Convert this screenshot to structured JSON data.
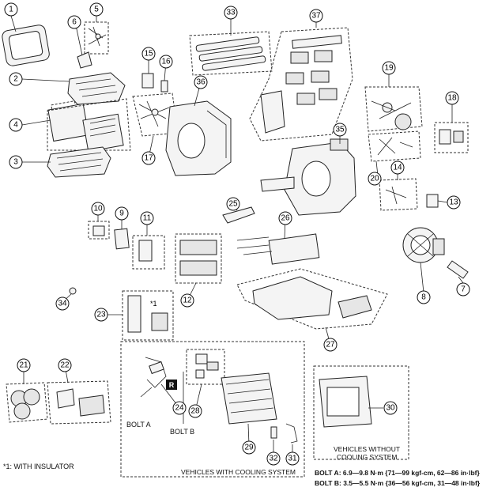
{
  "callouts": [
    "1",
    "2",
    "3",
    "4",
    "5",
    "6",
    "7",
    "8",
    "9",
    "10",
    "11",
    "12",
    "13",
    "14",
    "15",
    "16",
    "17",
    "18",
    "19",
    "20",
    "21",
    "22",
    "23",
    "24",
    "25",
    "26",
    "27",
    "28",
    "29",
    "30",
    "31",
    "32",
    "33",
    "34",
    "35",
    "36",
    "37"
  ],
  "labels": {
    "bolt_a": "BOLT A",
    "bolt_b": "BOLT B",
    "marker_r": "R",
    "star1": "*1",
    "with_cooling": "VEHICLES WITH COOLING SYSTEM",
    "without_cooling_1": "VEHICLES WITHOUT",
    "without_cooling_2": "COOLING SYSTEM",
    "footnote": "*1: WITH INSULATOR",
    "torque_a": "BOLT A:  6.9—9.8 N·m {71—99 kgf-cm, 62—86 in·lbf}",
    "torque_b": "BOLT B:  3.5—5.5 N·m {36—56 kgf-cm, 31—48 in·lbf}"
  }
}
